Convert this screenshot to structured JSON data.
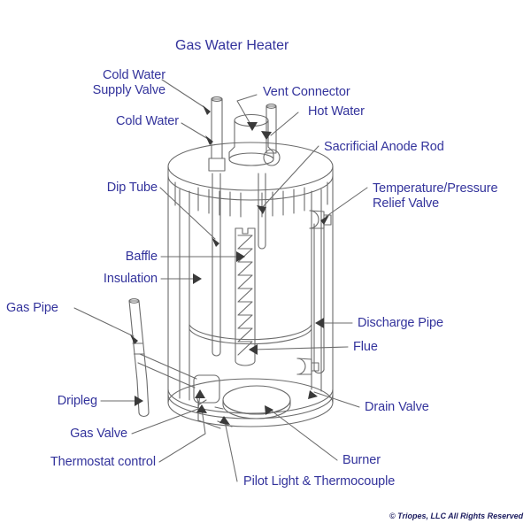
{
  "page": {
    "title": "Gas Water Heater",
    "copyright": "© Triopes, LLC All Rights Reserved",
    "label_color": "#33339c",
    "line_color": "#6b6b6b",
    "background_color": "#ffffff"
  },
  "labels": {
    "cold_water_supply_valve": "Cold Water\nSupply Valve",
    "cold_water": "Cold Water",
    "vent_connector": "Vent Connector",
    "hot_water": "Hot Water",
    "sacrificial_anode_rod": "Sacrificial Anode Rod",
    "dip_tube": "Dip Tube",
    "temperature_pressure_relief_valve": "Temperature/Pressure\nRelief Valve",
    "baffle": "Baffle",
    "insulation": "Insulation",
    "gas_pipe": "Gas Pipe",
    "discharge_pipe": "Discharge Pipe",
    "flue": "Flue",
    "dripleg": "Dripleg",
    "drain_valve": "Drain Valve",
    "gas_valve": "Gas Valve",
    "thermostat_control": "Thermostat control",
    "burner": "Burner",
    "pilot_light_thermocouple": "Pilot Light & Thermocouple"
  }
}
